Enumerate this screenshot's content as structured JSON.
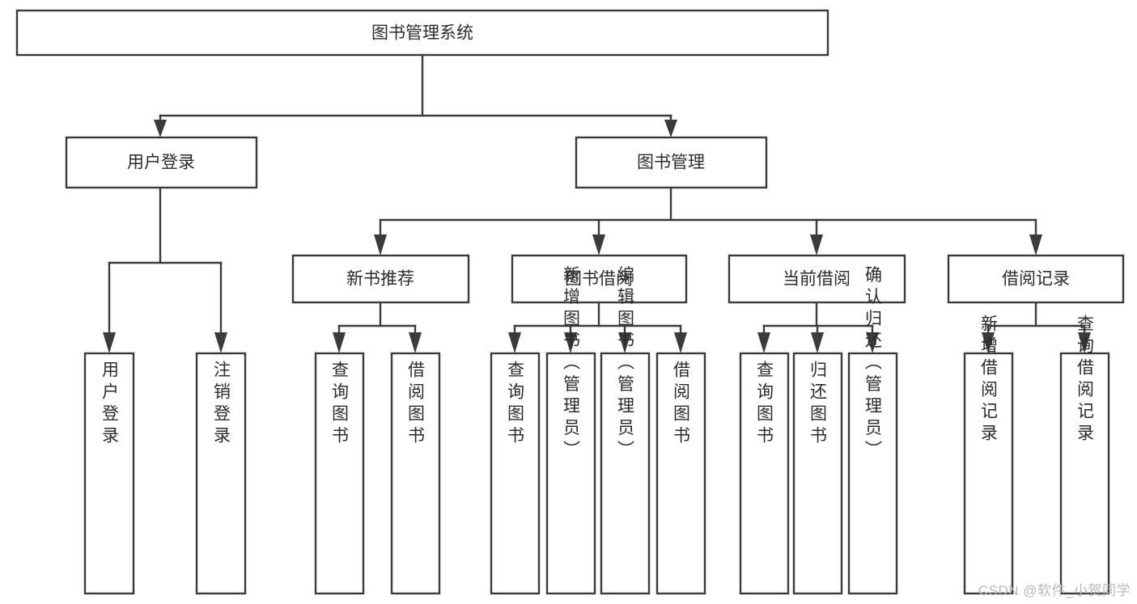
{
  "diagram": {
    "type": "tree-hierarchy-flowchart",
    "title": "图书管理系统",
    "watermark": "CSDN @软件_小贺同学",
    "colors": {
      "box_fill": "#ffffff",
      "box_stroke": "#3b3b3b",
      "text": "#2b2b2b",
      "connector": "#3b3b3b",
      "watermark": "#b9b9b9",
      "background": "#ffffff"
    },
    "levels": [
      {
        "level": 1,
        "nodes": [
          {
            "id": "root",
            "label": "图书管理系统",
            "orientation": "horizontal"
          }
        ]
      },
      {
        "level": 2,
        "nodes": [
          {
            "id": "user-login",
            "label": "用户登录",
            "orientation": "horizontal",
            "parent": "root"
          },
          {
            "id": "book-mgmt",
            "label": "图书管理",
            "orientation": "horizontal",
            "parent": "root"
          }
        ]
      },
      {
        "level": 3,
        "nodes": [
          {
            "id": "new-book-rec",
            "label": "新书推荐",
            "orientation": "horizontal",
            "parent": "book-mgmt"
          },
          {
            "id": "book-borrow",
            "label": "图书借阅",
            "orientation": "horizontal",
            "parent": "book-mgmt"
          },
          {
            "id": "current-borrow",
            "label": "当前借阅",
            "orientation": "horizontal",
            "parent": "book-mgmt"
          },
          {
            "id": "borrow-record",
            "label": "借阅记录",
            "orientation": "horizontal",
            "parent": "book-mgmt"
          }
        ]
      },
      {
        "level": 4,
        "nodes": [
          {
            "id": "leaf-user-login",
            "label": "用户登录",
            "orientation": "vertical",
            "parent": "user-login"
          },
          {
            "id": "leaf-user-logout",
            "label": "注销登录",
            "orientation": "vertical",
            "parent": "user-login"
          },
          {
            "id": "leaf-rec-query-book",
            "label": "查询图书",
            "orientation": "vertical",
            "parent": "new-book-rec"
          },
          {
            "id": "leaf-rec-borrow-book",
            "label": "借阅图书",
            "orientation": "vertical",
            "parent": "new-book-rec"
          },
          {
            "id": "leaf-bb-query-book",
            "label": "查询图书",
            "orientation": "vertical",
            "parent": "book-borrow"
          },
          {
            "id": "leaf-bb-add-book",
            "label": "新增图书（管理员）",
            "orientation": "vertical",
            "parent": "book-borrow"
          },
          {
            "id": "leaf-bb-edit-book",
            "label": "编辑图书（管理员）",
            "orientation": "vertical",
            "parent": "book-borrow"
          },
          {
            "id": "leaf-bb-borrow-book",
            "label": "借阅图书",
            "orientation": "vertical",
            "parent": "book-borrow"
          },
          {
            "id": "leaf-cb-query-book",
            "label": "查询图书",
            "orientation": "vertical",
            "parent": "current-borrow"
          },
          {
            "id": "leaf-cb-return-book",
            "label": "归还图书",
            "orientation": "vertical",
            "parent": "current-borrow"
          },
          {
            "id": "leaf-cb-confirm-return",
            "label": "确认归还（管理员）",
            "orientation": "vertical",
            "parent": "current-borrow"
          },
          {
            "id": "leaf-br-add-record",
            "label": "新增借阅记录",
            "orientation": "vertical",
            "parent": "borrow-record"
          },
          {
            "id": "leaf-br-query-record",
            "label": "查询借阅记录",
            "orientation": "vertical",
            "parent": "borrow-record"
          }
        ]
      }
    ]
  },
  "labels": {
    "root": "图书管理系统",
    "user_login": "用户登录",
    "book_mgmt": "图书管理",
    "new_book_rec": "新书推荐",
    "book_borrow": "图书借阅",
    "current_borrow": "当前借阅",
    "borrow_record": "借阅记录",
    "leaf_user_login": "用户登录",
    "leaf_user_logout": "注销登录",
    "leaf_rec_query_book": "查询图书",
    "leaf_rec_borrow_book": "借阅图书",
    "leaf_bb_query_book": "查询图书",
    "leaf_bb_add_book": "新增图书（管理员）",
    "leaf_bb_edit_book": "编辑图书（管理员）",
    "leaf_bb_borrow_book": "借阅图书",
    "leaf_cb_query_book": "查询图书",
    "leaf_cb_return_book": "归还图书",
    "leaf_cb_confirm_return": "确认归还（管理员）",
    "leaf_br_add_record": "新增借阅记录",
    "leaf_br_query_record": "查询借阅记录",
    "watermark": "CSDN @软件_小贺同学"
  }
}
